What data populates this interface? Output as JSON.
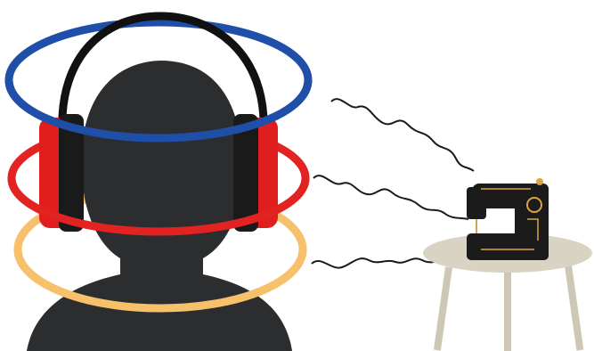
{
  "illustration": {
    "subject": "person-silhouette-with-headphones",
    "source": "sewing-machine-on-table",
    "colors": {
      "background": "#ffffff",
      "silhouette": "#2b2d2f",
      "headband": "#111111",
      "earcup_red": "#e01e1e",
      "earcup_dark": "#1a1a1a",
      "ring_blue": "#1f4fa8",
      "ring_red": "#e32222",
      "ring_yellow": "#f7c06a",
      "wave": "#1a1a1a",
      "table_top": "#d9d3c3",
      "table_legs": "#cfc7b5",
      "machine_body": "#1b1b1b",
      "machine_accent": "#d9a441"
    },
    "rings": [
      {
        "name": "outer-ring",
        "color_key": "ring_blue"
      },
      {
        "name": "middle-ring",
        "color_key": "ring_red"
      },
      {
        "name": "inner-ring",
        "color_key": "ring_yellow"
      }
    ],
    "sound_waves": 3
  }
}
